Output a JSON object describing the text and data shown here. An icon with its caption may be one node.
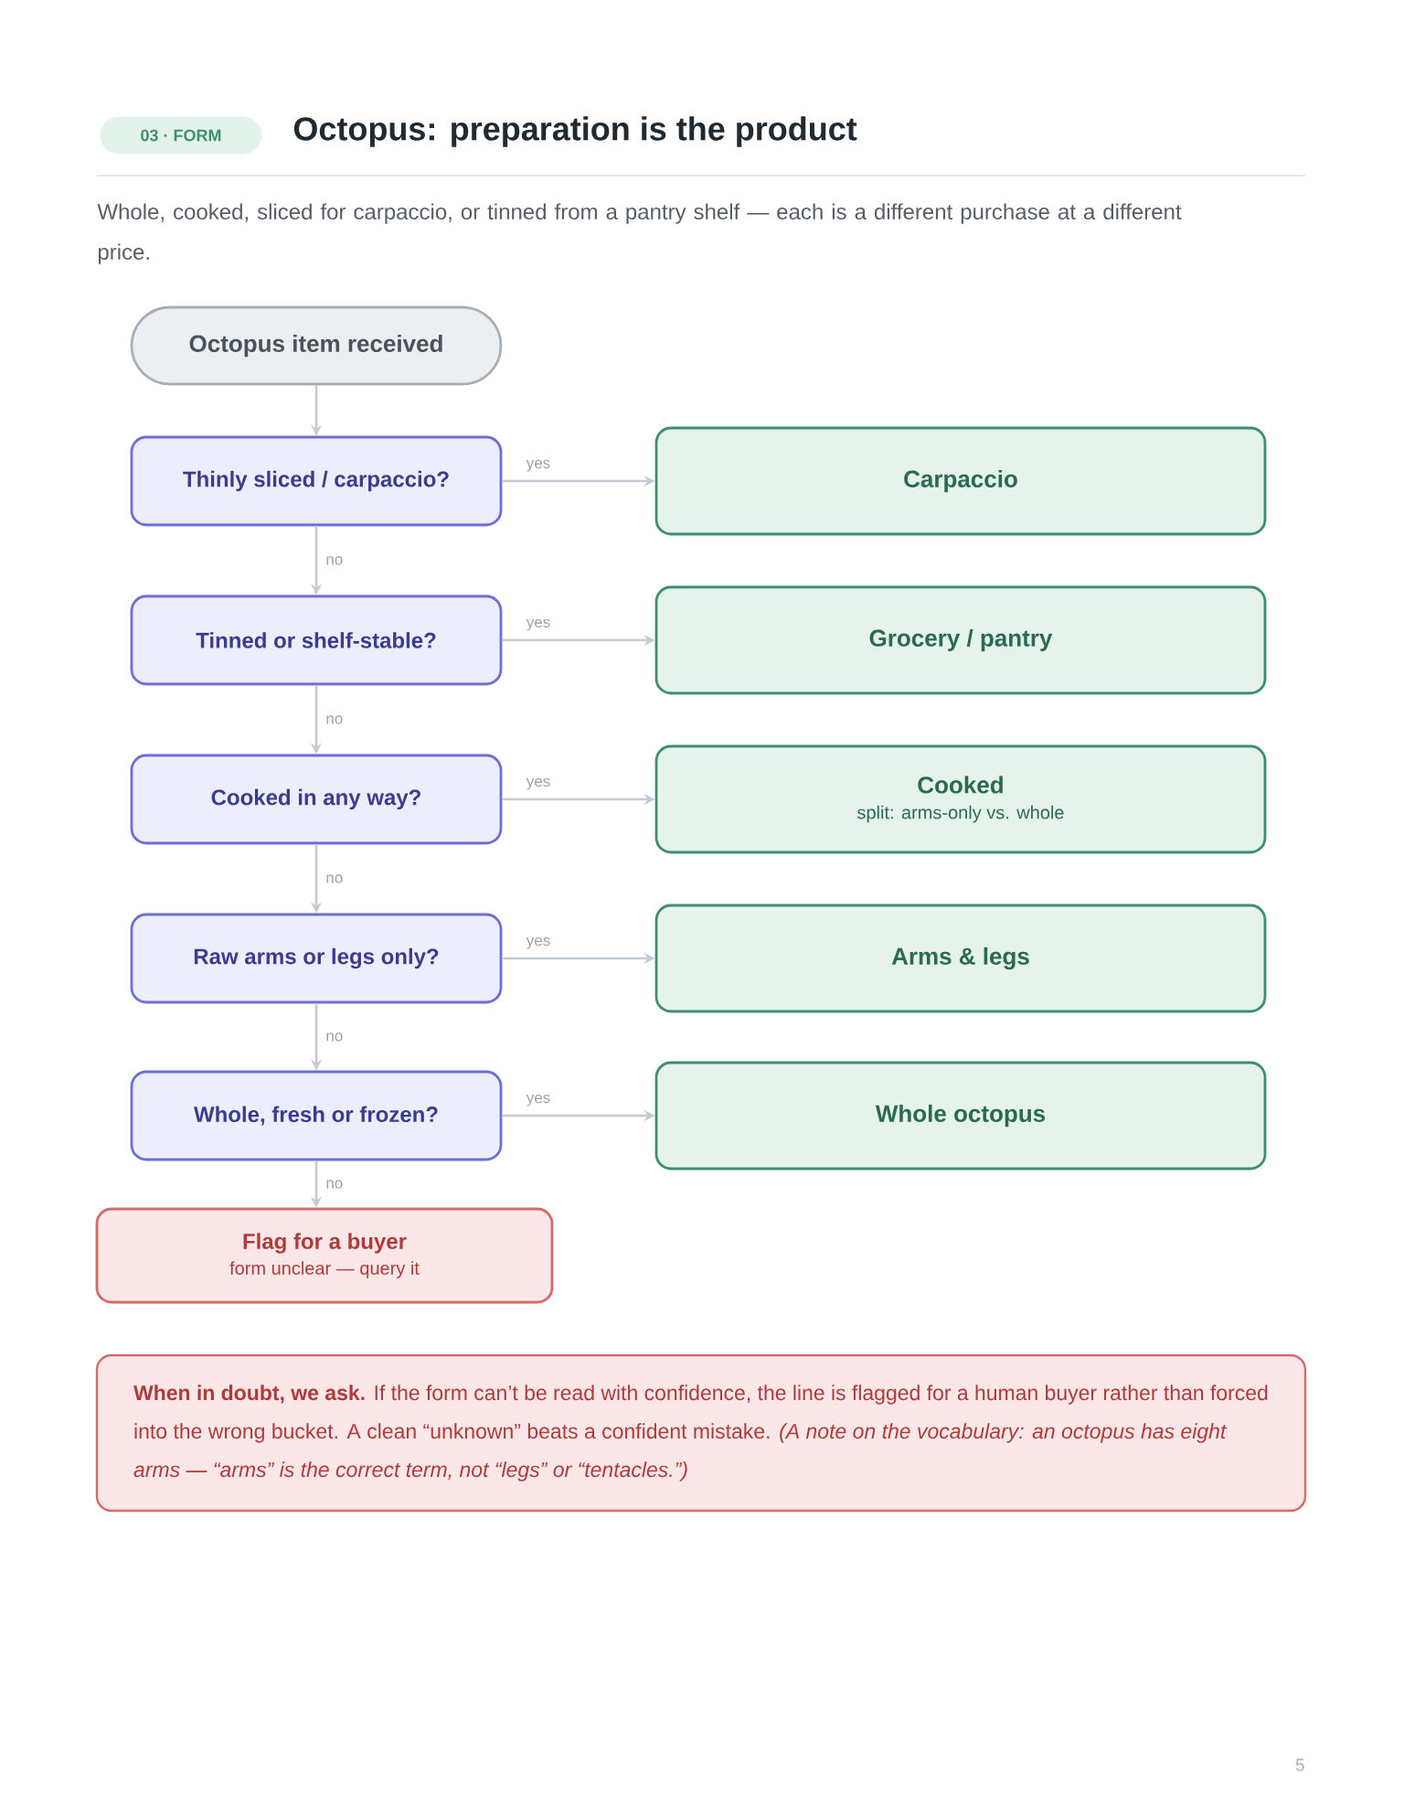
{
  "diagram": {
    "title": "Octopus: preparation is the product",
    "nodes": [
      {
        "text": [
          "03 · FORM"
        ]
      },
      {
        "text": [
          "Octopus item received"
        ]
      },
      {
        "text": [
          "Thinly sliced / carpaccio?"
        ]
      },
      {
        "text": [
          "Carpaccio"
        ]
      },
      {
        "text": [
          "Tinned or shelf-stable?"
        ]
      },
      {
        "text": [
          "Grocery / pantry"
        ]
      },
      {
        "text": [
          "Cooked in any way?"
        ]
      },
      {
        "text": [
          "Cooked",
          "split: arms-only vs. whole"
        ]
      },
      {
        "text": [
          "Raw arms or legs only?"
        ]
      },
      {
        "text": [
          "Arms & legs"
        ]
      },
      {
        "text": [
          "Whole, fresh or frozen?"
        ]
      },
      {
        "text": [
          "Whole octopus"
        ]
      },
      {
        "text": [
          "Flag for a buyer",
          "form unclear — query it"
        ]
      },
      {
        "text": [
          "**When in doubt, we ask.** If the form can’t be read with confidence, the line is flagged for a human buyer rather than forced into the wrong bucket. A clean “unknown” beats a confident mistake. *(A note on the vocabulary: an octopus has eight arms — “arms” is the correct term, not “legs” or “tentacles.”)*"
        ]
      }
    ],
    "edges": [
      {
        "from": 1,
        "to": 2,
        "arrow": "to"
      },
      {
        "from": 2,
        "to": 3,
        "arrow": "to",
        "label": "yes"
      },
      {
        "from": 2,
        "to": 4,
        "arrow": "to",
        "label": "no"
      },
      {
        "from": 4,
        "to": 5,
        "arrow": "to",
        "label": "yes"
      },
      {
        "from": 4,
        "to": 6,
        "arrow": "to",
        "label": "no"
      },
      {
        "from": 6,
        "to": 7,
        "arrow": "to",
        "label": "yes"
      },
      {
        "from": 6,
        "to": 8,
        "arrow": "to",
        "label": "no"
      },
      {
        "from": 8,
        "to": 9,
        "arrow": "to",
        "label": "yes"
      },
      {
        "from": 8,
        "to": 10,
        "arrow": "to",
        "label": "no"
      },
      {
        "from": 10,
        "to": 11,
        "arrow": "to",
        "label": "yes"
      },
      {
        "from": 10,
        "to": 12,
        "arrow": "to",
        "label": "no"
      }
    ],
    "labels": [
      "Whole, cooked, sliced for carpaccio, or tinned from a pantry shelf — each is a different purchase at a different price.",
      "5"
    ]
  }
}
